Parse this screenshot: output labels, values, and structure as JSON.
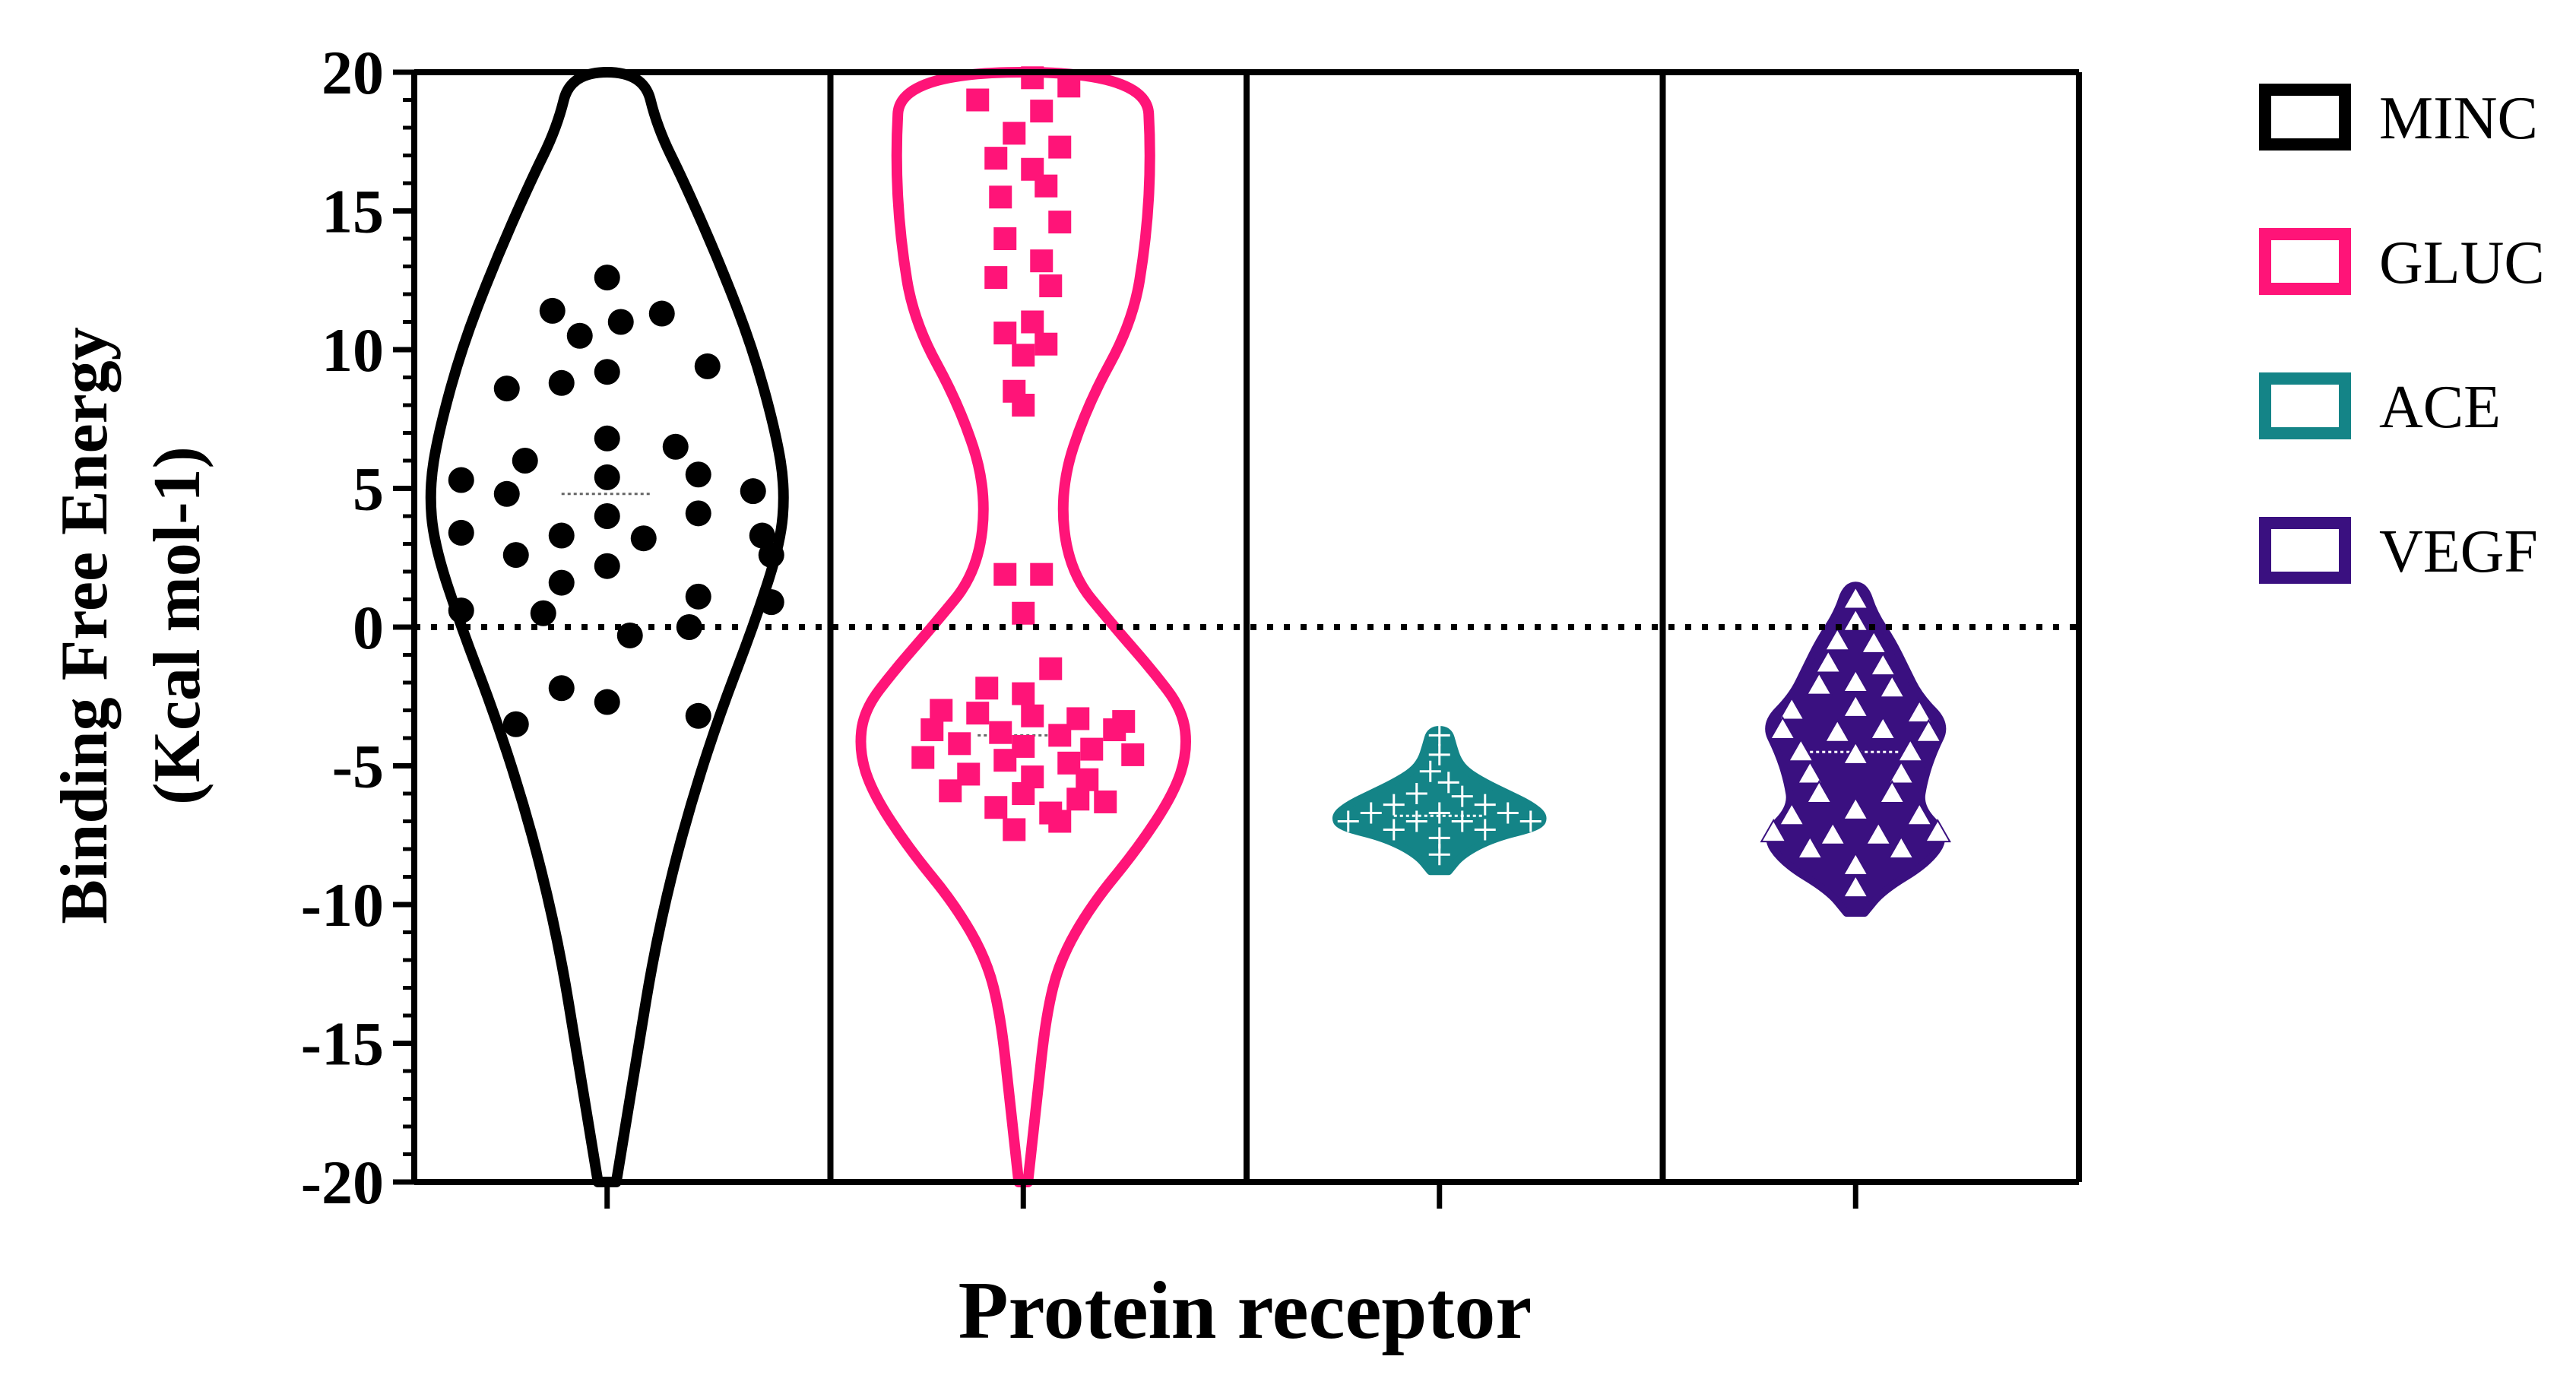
{
  "chart_data": {
    "type": "violin",
    "ylabel_line1": "Binding Free Energy",
    "ylabel_line2": "(Kcal  mol-1)",
    "xlabel": "Protein receptor",
    "ylim": [
      -20,
      20
    ],
    "yticks": [
      20,
      15,
      10,
      5,
      0,
      -5,
      -10,
      -15,
      -20
    ],
    "ytick_labels": [
      "20",
      "15",
      "10",
      "5",
      "0",
      "-5",
      "-10",
      "-15",
      "-20"
    ],
    "reference_line_y": 0,
    "legend_position": "right",
    "series": [
      {
        "name": "MINC",
        "color": "#000000",
        "marker": "circle",
        "median": 4.8,
        "violin_profile": [
          [
            -20,
            0.02
          ],
          [
            -18,
            0.04
          ],
          [
            -15,
            0.07
          ],
          [
            -12,
            0.1
          ],
          [
            -9,
            0.14
          ],
          [
            -6,
            0.19
          ],
          [
            -3,
            0.25
          ],
          [
            0,
            0.32
          ],
          [
            3,
            0.38
          ],
          [
            5,
            0.39
          ],
          [
            7,
            0.37
          ],
          [
            10,
            0.32
          ],
          [
            13,
            0.25
          ],
          [
            16,
            0.17
          ],
          [
            18,
            0.11
          ],
          [
            20,
            0.08
          ]
        ],
        "points": [
          [
            0,
            12.6
          ],
          [
            -0.12,
            11.4
          ],
          [
            0.12,
            11.3
          ],
          [
            0.03,
            11.0
          ],
          [
            -0.06,
            10.5
          ],
          [
            0.0,
            9.2
          ],
          [
            0.22,
            9.4
          ],
          [
            -0.22,
            8.6
          ],
          [
            -0.1,
            8.8
          ],
          [
            0.0,
            6.8
          ],
          [
            0.15,
            6.5
          ],
          [
            -0.18,
            6.0
          ],
          [
            -0.32,
            5.3
          ],
          [
            0.2,
            5.5
          ],
          [
            0.0,
            5.4
          ],
          [
            -0.22,
            4.8
          ],
          [
            0.32,
            4.9
          ],
          [
            0.0,
            4.0
          ],
          [
            0.2,
            4.1
          ],
          [
            -0.32,
            3.4
          ],
          [
            -0.1,
            3.3
          ],
          [
            0.08,
            3.2
          ],
          [
            0.34,
            3.3
          ],
          [
            -0.2,
            2.6
          ],
          [
            0.0,
            2.2
          ],
          [
            0.36,
            2.6
          ],
          [
            -0.1,
            1.6
          ],
          [
            0.2,
            1.1
          ],
          [
            -0.32,
            0.6
          ],
          [
            -0.14,
            0.5
          ],
          [
            0.36,
            0.9
          ],
          [
            0.05,
            -0.3
          ],
          [
            0.18,
            0.0
          ],
          [
            -0.1,
            -2.2
          ],
          [
            0.0,
            -2.7
          ],
          [
            -0.2,
            -3.5
          ],
          [
            0.2,
            -3.2
          ]
        ]
      },
      {
        "name": "GLUC",
        "color": "#FF1478",
        "marker": "square",
        "median": -3.9,
        "violin_profile": [
          [
            -20,
            0.01
          ],
          [
            -17,
            0.03
          ],
          [
            -14,
            0.05
          ],
          [
            -12,
            0.08
          ],
          [
            -10,
            0.15
          ],
          [
            -8,
            0.25
          ],
          [
            -6,
            0.33
          ],
          [
            -4.5,
            0.36
          ],
          [
            -3,
            0.35
          ],
          [
            -1.5,
            0.28
          ],
          [
            0,
            0.2
          ],
          [
            2,
            0.1
          ],
          [
            5,
            0.08
          ],
          [
            8,
            0.14
          ],
          [
            11,
            0.24
          ],
          [
            14,
            0.27
          ],
          [
            17,
            0.28
          ],
          [
            20,
            0.27
          ]
        ],
        "points": [
          [
            0.02,
            19.8
          ],
          [
            0.1,
            19.5
          ],
          [
            -0.1,
            19.0
          ],
          [
            0.04,
            18.6
          ],
          [
            -0.02,
            17.8
          ],
          [
            0.08,
            17.3
          ],
          [
            -0.06,
            16.9
          ],
          [
            0.02,
            16.5
          ],
          [
            0.05,
            15.9
          ],
          [
            -0.05,
            15.5
          ],
          [
            0.08,
            14.6
          ],
          [
            -0.04,
            14.0
          ],
          [
            0.04,
            13.2
          ],
          [
            -0.06,
            12.6
          ],
          [
            0.06,
            12.3
          ],
          [
            0.02,
            11.0
          ],
          [
            -0.04,
            10.6
          ],
          [
            0.05,
            10.2
          ],
          [
            0.0,
            9.8
          ],
          [
            -0.02,
            8.5
          ],
          [
            0.0,
            8.0
          ],
          [
            -0.04,
            1.9
          ],
          [
            0.04,
            1.9
          ],
          [
            0.0,
            0.5
          ],
          [
            0.06,
            -1.5
          ],
          [
            -0.08,
            -2.2
          ],
          [
            0.0,
            -2.4
          ],
          [
            -0.18,
            -3.0
          ],
          [
            -0.1,
            -3.1
          ],
          [
            0.02,
            -3.2
          ],
          [
            0.12,
            -3.3
          ],
          [
            0.22,
            -3.4
          ],
          [
            -0.2,
            -3.7
          ],
          [
            -0.05,
            -3.8
          ],
          [
            0.08,
            -3.9
          ],
          [
            0.2,
            -3.7
          ],
          [
            -0.14,
            -4.2
          ],
          [
            0.0,
            -4.3
          ],
          [
            0.15,
            -4.4
          ],
          [
            -0.22,
            -4.7
          ],
          [
            -0.04,
            -4.8
          ],
          [
            0.1,
            -4.9
          ],
          [
            0.24,
            -4.6
          ],
          [
            -0.12,
            -5.3
          ],
          [
            0.02,
            -5.4
          ],
          [
            0.14,
            -5.5
          ],
          [
            -0.16,
            -5.9
          ],
          [
            0.0,
            -6.0
          ],
          [
            0.12,
            -6.2
          ],
          [
            -0.06,
            -6.5
          ],
          [
            0.06,
            -6.7
          ],
          [
            0.18,
            -6.3
          ],
          [
            -0.02,
            -7.3
          ],
          [
            0.08,
            -7.0
          ]
        ]
      },
      {
        "name": "ACE",
        "color": "#148487",
        "marker": "plus",
        "median": -6.8,
        "violin_profile": [
          [
            -8.8,
            0.02
          ],
          [
            -8.2,
            0.05
          ],
          [
            -7.6,
            0.12
          ],
          [
            -7.2,
            0.22
          ],
          [
            -6.8,
            0.23
          ],
          [
            -6.4,
            0.2
          ],
          [
            -6.0,
            0.15
          ],
          [
            -5.6,
            0.1
          ],
          [
            -5.2,
            0.06
          ],
          [
            -4.8,
            0.04
          ],
          [
            -4.3,
            0.03
          ],
          [
            -3.7,
            0.02
          ]
        ],
        "points": [
          [
            0.0,
            -3.9
          ],
          [
            0.0,
            -4.6
          ],
          [
            -0.02,
            -5.2
          ],
          [
            0.02,
            -5.6
          ],
          [
            -0.05,
            -6.0
          ],
          [
            0.05,
            -6.1
          ],
          [
            -0.1,
            -6.4
          ],
          [
            0.1,
            -6.4
          ],
          [
            -0.15,
            -6.7
          ],
          [
            0.0,
            -6.7
          ],
          [
            0.15,
            -6.7
          ],
          [
            -0.2,
            -7.0
          ],
          [
            -0.05,
            -7.0
          ],
          [
            0.05,
            -7.0
          ],
          [
            0.2,
            -7.0
          ],
          [
            -0.1,
            -7.3
          ],
          [
            0.1,
            -7.3
          ],
          [
            0.0,
            -7.6
          ],
          [
            0.0,
            -8.2
          ]
        ]
      },
      {
        "name": "VEGF",
        "color": "#3A1080",
        "marker": "triangle",
        "median": -4.5,
        "violin_profile": [
          [
            -10.3,
            0.02
          ],
          [
            -9.5,
            0.06
          ],
          [
            -8.5,
            0.16
          ],
          [
            -7.5,
            0.2
          ],
          [
            -6.5,
            0.14
          ],
          [
            -5.5,
            0.15
          ],
          [
            -4.5,
            0.17
          ],
          [
            -3.5,
            0.2
          ],
          [
            -2.5,
            0.14
          ],
          [
            -1.5,
            0.11
          ],
          [
            -0.5,
            0.08
          ],
          [
            0.5,
            0.04
          ],
          [
            1.5,
            0.02
          ]
        ],
        "points": [
          [
            0.0,
            1.0
          ],
          [
            0.0,
            0.2
          ],
          [
            -0.04,
            -0.5
          ],
          [
            0.04,
            -0.6
          ],
          [
            -0.06,
            -1.3
          ],
          [
            0.06,
            -1.4
          ],
          [
            -0.08,
            -2.1
          ],
          [
            0.0,
            -2.0
          ],
          [
            0.08,
            -2.2
          ],
          [
            -0.14,
            -3.0
          ],
          [
            0.0,
            -2.9
          ],
          [
            0.14,
            -3.1
          ],
          [
            -0.16,
            -3.7
          ],
          [
            -0.04,
            -3.8
          ],
          [
            0.06,
            -3.7
          ],
          [
            0.16,
            -3.8
          ],
          [
            -0.12,
            -4.5
          ],
          [
            0.0,
            -4.6
          ],
          [
            0.12,
            -4.5
          ],
          [
            -0.1,
            -5.3
          ],
          [
            0.1,
            -5.3
          ],
          [
            -0.08,
            -6.0
          ],
          [
            0.08,
            -6.0
          ],
          [
            -0.14,
            -6.8
          ],
          [
            0.0,
            -6.6
          ],
          [
            0.14,
            -6.8
          ],
          [
            -0.18,
            -7.4
          ],
          [
            -0.05,
            -7.5
          ],
          [
            0.05,
            -7.5
          ],
          [
            0.18,
            -7.4
          ],
          [
            -0.1,
            -8.0
          ],
          [
            0.1,
            -8.0
          ],
          [
            0.0,
            -8.6
          ],
          [
            0.0,
            -9.4
          ]
        ]
      }
    ]
  },
  "legend": [
    {
      "label": "MINC",
      "color": "#000000"
    },
    {
      "label": "GLUC",
      "color": "#FF1478"
    },
    {
      "label": "ACE",
      "color": "#148487"
    },
    {
      "label": "VEGF",
      "color": "#3A1080"
    }
  ]
}
